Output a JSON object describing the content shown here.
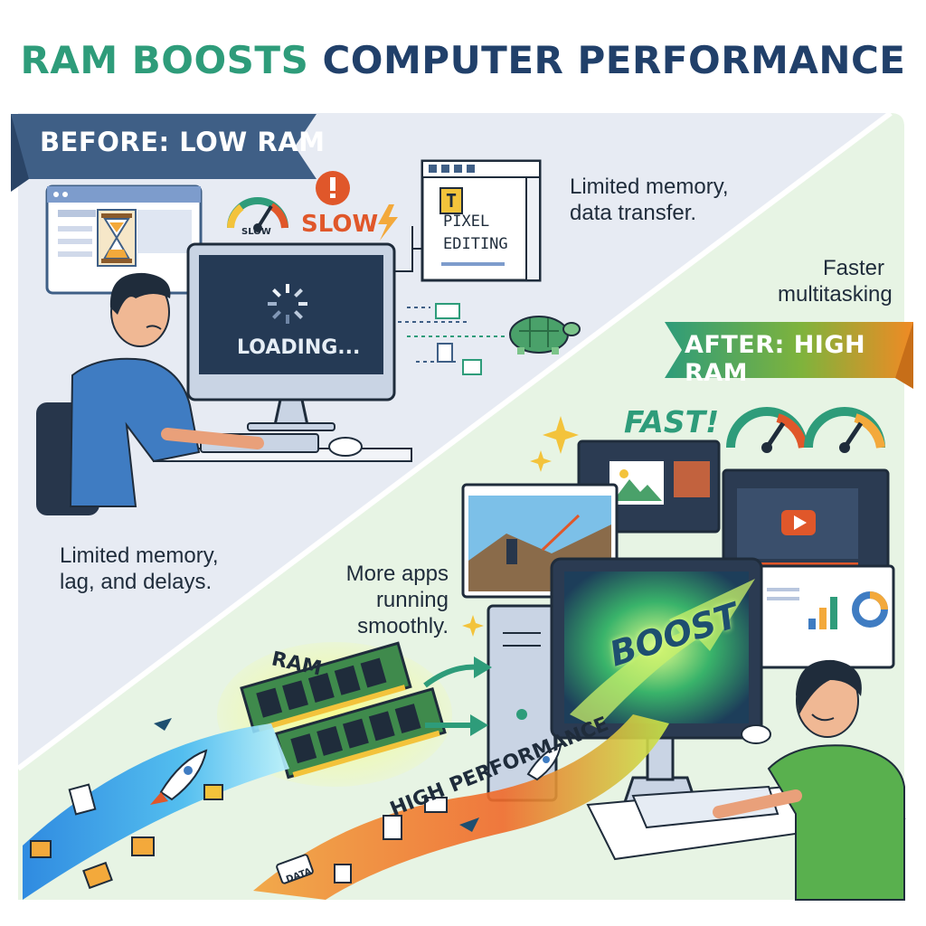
{
  "title": {
    "part1": "RAM BOOSTS",
    "part2": "COMPUTER PERFORMANCE"
  },
  "before": {
    "label": "BEFORE: LOW RAM",
    "caption_top": "Limited memory,\ndata transfer.",
    "caption_bottom": "Limited memory,\nlag, and delays.",
    "slow_text": "SLOW",
    "gauge_text": "SLOW",
    "loading_text": "LOADING...",
    "editor_icon_letter": "T",
    "editor_text": "PIXEL\nEDITING"
  },
  "after": {
    "label": "AFTER: HIGH RAM",
    "caption_top": "Faster\nmultitasking",
    "caption_mid": "More apps\nrunning\nsmoothly.",
    "fast_text": "FAST!",
    "ram_text": "RAM",
    "boost_text": "BOOST",
    "performance_text": "HIGH PERFORMANCE",
    "data_tag": "DATA"
  },
  "colors": {
    "title_green": "#2e9c7a",
    "title_navy": "#21406a",
    "before_banner": "#3f5f86",
    "after_banner_start": "#2e9c7a",
    "after_banner_end": "#f08a24",
    "slow_orange": "#e0572a",
    "before_bg": "#e7ebf3",
    "after_bg": "#e7f4e4"
  },
  "icons": [
    "hourglass-icon",
    "speedometer-icon",
    "warning-icon",
    "lightning-icon",
    "turtle-icon",
    "rocket-icon",
    "sparkle-icon",
    "play-icon",
    "arrow-icon"
  ]
}
